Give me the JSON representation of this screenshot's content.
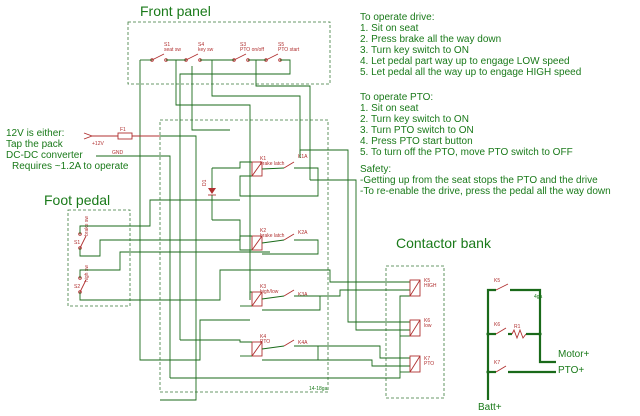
{
  "titles": {
    "front_panel": "Front panel",
    "foot_pedal": "Foot pedal",
    "contactor_bank": "Contactor bank"
  },
  "supply_note": {
    "line1": "12V is either:",
    "line2": "Tap the pack",
    "line3": "DC-DC converter",
    "line4": "Requires ~1.2A to operate"
  },
  "drive_instructions": {
    "heading": "To operate drive:",
    "steps": [
      "1. Sit on seat",
      "2. Press brake all the way down",
      "3. Turn key switch to ON",
      "4. Let pedal part way up to engage LOW speed",
      "5. Let pedal all the way up to engage HIGH speed"
    ]
  },
  "pto_instructions": {
    "heading": "To operate PTO:",
    "steps": [
      "1. Sit on seat",
      "2. Turn key switch to ON",
      "3. Turn PTO switch to ON",
      "4. Press PTO start button",
      "5. To turn off the PTO, move PTO switch to OFF"
    ]
  },
  "safety": {
    "heading": "Safety:",
    "lines": [
      "-Getting up from the seat stops the PTO and the drive",
      "-To re-enable the drive, press the pedal all the way down"
    ]
  },
  "labels": {
    "plus12v": "+12V",
    "gnd": "GND",
    "fuse": "F1",
    "wire_gauge_control": "14-18ga",
    "wire_gauge_power": "4ga",
    "motor": "Motor+",
    "pto": "PTO+",
    "batt": "Batt+",
    "diode": "D1",
    "resistor": "R1"
  },
  "front_switches": [
    {
      "ref": "S1",
      "name": "seat sw"
    },
    {
      "ref": "S4",
      "name": "key sw"
    },
    {
      "ref": "S3",
      "name": "PTO on/off"
    },
    {
      "ref": "S5",
      "name": "PTO start"
    }
  ],
  "pedal_switches": [
    {
      "ref": "S1",
      "name": "brake sw"
    },
    {
      "ref": "S2",
      "name": "high sw"
    }
  ],
  "relays": [
    {
      "ref": "K1",
      "name": "brake latch",
      "contact": "K1A"
    },
    {
      "ref": "K2",
      "name": "brake latch",
      "contact": "K2A"
    },
    {
      "ref": "K3",
      "name": "high/low",
      "contact": "K3A"
    },
    {
      "ref": "K4",
      "name": "PTO",
      "contact": "K4A"
    }
  ],
  "contactors": [
    {
      "ref": "K5",
      "name": "HIGH",
      "contact": "K5"
    },
    {
      "ref": "K6",
      "name": "low",
      "contact": "K6"
    },
    {
      "ref": "K7",
      "name": "PTO",
      "contact": "K7"
    }
  ]
}
